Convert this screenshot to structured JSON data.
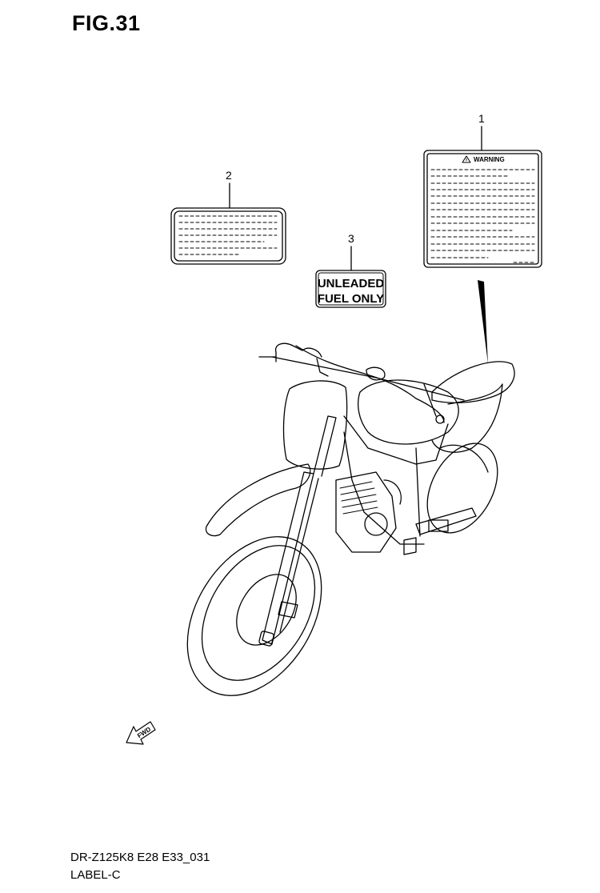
{
  "header": {
    "figure_title": "FIG.31"
  },
  "footer": {
    "model_code": "DR-Z125K8 E28 E33_031",
    "section_name": "LABEL-C"
  },
  "parts": [
    {
      "callout": "1",
      "icon": "warning-label-icon",
      "label_heading": "WARNING"
    },
    {
      "callout": "2",
      "icon": "information-label-icon"
    },
    {
      "callout": "3",
      "icon": "fuel-label-icon",
      "label_line1": "UNLEADED",
      "label_line2": "FUEL ONLY"
    }
  ],
  "direction_marker": {
    "icon": "forward-arrow-icon",
    "text": "FWD"
  }
}
